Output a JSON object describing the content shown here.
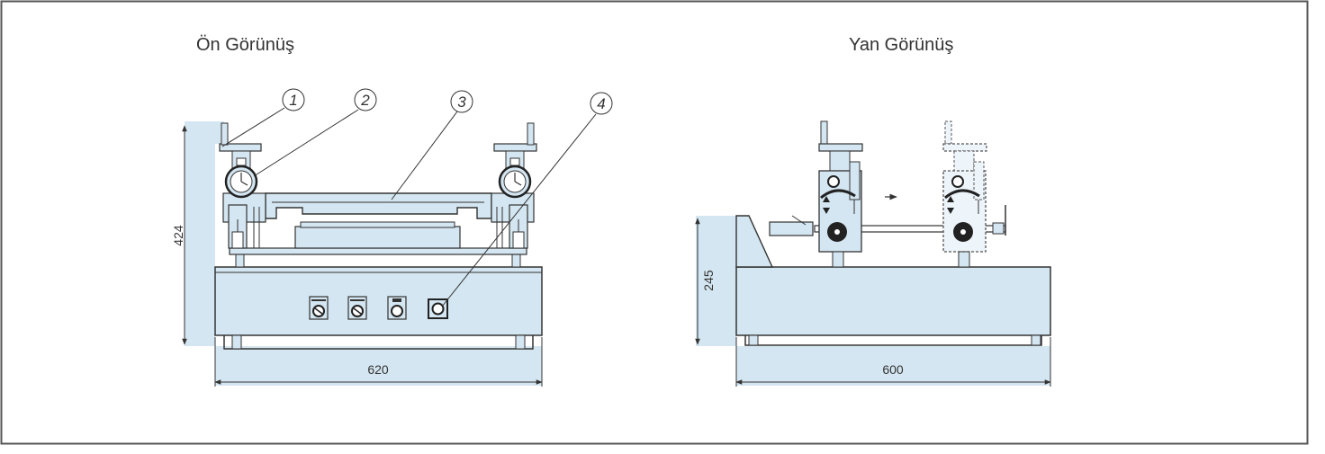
{
  "front_view": {
    "title": "Ön Görünüş",
    "height_dim": "424",
    "width_dim": "620",
    "callouts": [
      "1",
      "2",
      "3",
      "4"
    ]
  },
  "side_view": {
    "title": "Yan Görünüş",
    "height_dim": "245",
    "width_dim": "600"
  },
  "colors": {
    "fill": "#d4e6f1",
    "line": "#333333",
    "frame": "#555555"
  }
}
